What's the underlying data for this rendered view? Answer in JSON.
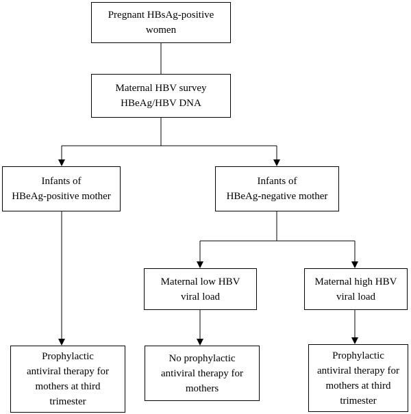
{
  "nodes": {
    "root": {
      "lines": [
        "Pregnant HBsAg-positive",
        "women"
      ]
    },
    "survey": {
      "lines": [
        "Maternal HBV survey",
        "HBeAg/HBV DNA"
      ]
    },
    "hbeag_positive": {
      "lines": [
        "Infants of",
        "HBeAg-positive mother"
      ]
    },
    "hbeag_negative": {
      "lines": [
        "Infants of",
        "HBeAg-negative mother"
      ]
    },
    "low_viral": {
      "lines": [
        "Maternal low HBV",
        "viral load"
      ]
    },
    "high_viral": {
      "lines": [
        "Maternal high HBV",
        "viral load"
      ]
    },
    "outcome_positive": {
      "lines": [
        "Prophylactic",
        "antiviral therapy for",
        "mothers at third",
        "trimester"
      ]
    },
    "outcome_low": {
      "lines": [
        "No prophylactic",
        "antiviral therapy for",
        "mothers"
      ]
    },
    "outcome_high": {
      "lines": [
        "Prophylactic",
        "antiviral therapy for",
        "mothers at third",
        "trimester"
      ]
    }
  },
  "colors": {
    "line": "#000000",
    "box_border": "#000000",
    "background": "#ffffff"
  }
}
